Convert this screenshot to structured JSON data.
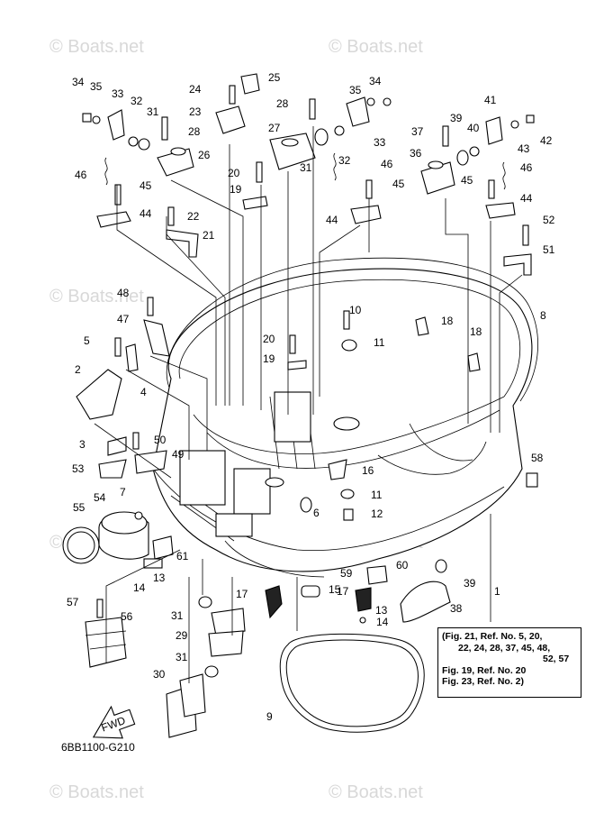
{
  "watermark_text": "© Boats.net",
  "diagram_code": "6BB1100-G210",
  "fwd_label": "FWD",
  "note_lines": [
    "(Fig. 21, Ref. No. 5, 20,",
    "22, 24, 28, 37, 45, 48,",
    "52, 57",
    "Fig. 19, Ref. No. 20",
    "Fig. 23, Ref. No. 2)"
  ],
  "callouts": {
    "c1": "1",
    "c2": "2",
    "c3": "3",
    "c4": "4",
    "c5": "5",
    "c6": "6",
    "c7": "7",
    "c8": "8",
    "c9": "9",
    "c10": "10",
    "c11a": "11",
    "c11b": "11",
    "c12": "12",
    "c13a": "13",
    "c13b": "13",
    "c14a": "14",
    "c14b": "14",
    "c15": "15",
    "c16": "16",
    "c17a": "17",
    "c17b": "17",
    "c18a": "18",
    "c18b": "18",
    "c19a": "19",
    "c19b": "19",
    "c20a": "20",
    "c20b": "20",
    "c21": "21",
    "c22": "22",
    "c23": "23",
    "c24": "24",
    "c25": "25",
    "c26": "26",
    "c27": "27",
    "c28a": "28",
    "c28b": "28",
    "c29": "29",
    "c30": "30",
    "c31a": "31",
    "c31b": "31",
    "c31c": "31",
    "c31d": "31",
    "c32a": "32",
    "c32b": "32",
    "c33a": "33",
    "c33b": "33",
    "c34a": "34",
    "c34b": "34",
    "c35a": "35",
    "c35b": "35",
    "c36": "36",
    "c37": "37",
    "c38": "38",
    "c39a": "39",
    "c39b": "39",
    "c40": "40",
    "c41": "41",
    "c42": "42",
    "c43": "43",
    "c44a": "44",
    "c44b": "44",
    "c44c": "44",
    "c45a": "45",
    "c45b": "45",
    "c45c": "45",
    "c46a": "46",
    "c46b": "46",
    "c46c": "46",
    "c47": "47",
    "c48": "48",
    "c49": "49",
    "c50": "50",
    "c51": "51",
    "c52": "52",
    "c53": "53",
    "c54": "54",
    "c55": "55",
    "c56": "56",
    "c57": "57",
    "c58": "58",
    "c59": "59",
    "c60": "60",
    "c61": "61"
  }
}
